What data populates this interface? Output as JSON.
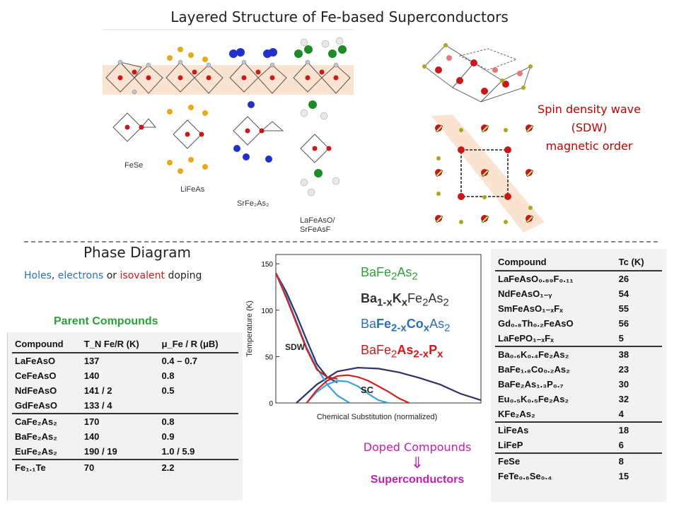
{
  "title": "Layered Structure of Fe-based Superconductors",
  "structures": {
    "labels": [
      "FeSe",
      "LiFeAs",
      "SrFe₂As₂",
      "LaFeAsO/",
      "SrFeAsF"
    ]
  },
  "sdw": {
    "line1": "Spin density wave",
    "line2": "(SDW)",
    "line3": "magnetic order"
  },
  "phase": {
    "title": "Phase Diagram",
    "doping_holes": "Holes",
    "doping_sep1": ", ",
    "doping_electrons": "electrons",
    "doping_sep2": " or ",
    "doping_iso": "isovalent",
    "doping_tail": " doping"
  },
  "parent": {
    "label": "Parent Compounds",
    "headers": [
      "Compound",
      "T_N Fe/R (K)",
      "μ_Fe / R (μB)"
    ],
    "rows": [
      [
        "LaFeAsO",
        "137",
        "0.4 – 0.7"
      ],
      [
        "CeFeAsO",
        "140",
        "0.8"
      ],
      [
        "NdFeAsO",
        "141 / 2",
        "0.5"
      ],
      [
        "GdFeAsO",
        "133 / 4",
        ""
      ],
      [
        "CaFe₂As₂",
        "170",
        "0.8"
      ],
      [
        "BaFe₂As₂",
        "140",
        "0.9"
      ],
      [
        "EuFe₂As₂",
        "190 / 19",
        "1.0 / 5.9"
      ],
      [
        "Fe₁.₁Te",
        "70",
        "2.2"
      ]
    ]
  },
  "chart_data": {
    "type": "line",
    "title": "",
    "xlabel": "Chemical Substitution (normalized)",
    "ylabel": "Temperature (K)",
    "ylim": [
      0,
      160
    ],
    "yticks": [
      0,
      50,
      100,
      150
    ],
    "regions": [
      "SDW",
      "SC"
    ],
    "legend": [
      "BaFe₂As₂",
      "Ba₁₋ₓKₓFe₂As₂",
      "BaFe₂₋ₓCoₓAs₂",
      "BaFe₂As₂₋ₓPₓ"
    ],
    "series": [
      {
        "name": "Ba1-xKxFe2As2",
        "color": "#30306a",
        "sdw_x": [
          0,
          0.05,
          0.1,
          0.15,
          0.2,
          0.25,
          0.3
        ],
        "sdw_y": [
          140,
          120,
          95,
          68,
          42,
          28,
          22
        ],
        "sc_x": [
          0.1,
          0.2,
          0.3,
          0.4,
          0.5,
          0.6,
          0.7,
          0.8,
          0.9,
          1.0
        ],
        "sc_y": [
          0,
          20,
          34,
          38,
          37,
          33,
          27,
          20,
          10,
          3
        ]
      },
      {
        "name": "BaFe2-xCoxAs2",
        "color": "#3aa0dc",
        "sdw_x": [
          0,
          0.05,
          0.1,
          0.15,
          0.2,
          0.25,
          0.3,
          0.36
        ],
        "sdw_y": [
          140,
          116,
          88,
          60,
          38,
          20,
          8,
          0
        ],
        "sc_x": [
          0.15,
          0.2,
          0.25,
          0.3,
          0.35,
          0.4,
          0.45,
          0.5,
          0.55
        ],
        "sc_y": [
          0,
          12,
          20,
          24,
          23,
          18,
          10,
          3,
          0
        ]
      },
      {
        "name": "BaFe2As2-xPx",
        "color": "#d02020",
        "sdw_x": [
          0,
          0.05,
          0.1,
          0.15,
          0.2,
          0.25,
          0.3
        ],
        "sdw_y": [
          140,
          114,
          86,
          58,
          36,
          28,
          26
        ],
        "sc_x": [
          0.15,
          0.2,
          0.25,
          0.3,
          0.35,
          0.4,
          0.45,
          0.5,
          0.55,
          0.6,
          0.65
        ],
        "sc_y": [
          0,
          14,
          24,
          29,
          30,
          28,
          24,
          18,
          12,
          5,
          0
        ]
      }
    ]
  },
  "tc_table": {
    "headers": [
      "Compound",
      "Tc (K)"
    ],
    "rows": [
      [
        "LaFeAsO₀.₈₉F₀.₁₁",
        "26"
      ],
      [
        "NdFeAsO₁₋ᵧ",
        "54"
      ],
      [
        "SmFeAsO₁₋ₓFₓ",
        "55"
      ],
      [
        "Gd₀.₈Th₀.₂FeAsO",
        "56"
      ],
      [
        "LaFePO₁₋ₓFₓ",
        "5"
      ],
      [
        "Ba₀.₆K₀.₄Fe₂As₂",
        "38"
      ],
      [
        "BaFe₁.₈Co₀.₂As₂",
        "23"
      ],
      [
        "BaFe₂As₁.₃P₀.₇",
        "30"
      ],
      [
        "Eu₀.₅K₀.₅Fe₂As₂",
        "32"
      ],
      [
        "KFe₂As₂",
        "4"
      ],
      [
        "LiFeAs",
        "18"
      ],
      [
        "LiFeP",
        "6"
      ],
      [
        "FeSe",
        "8"
      ],
      [
        "FeTe₀.₆Se₀.₄",
        "15"
      ]
    ]
  },
  "doped": {
    "line1": "Doped Compounds",
    "arrow": "⇓",
    "line2": "Superconductors"
  }
}
